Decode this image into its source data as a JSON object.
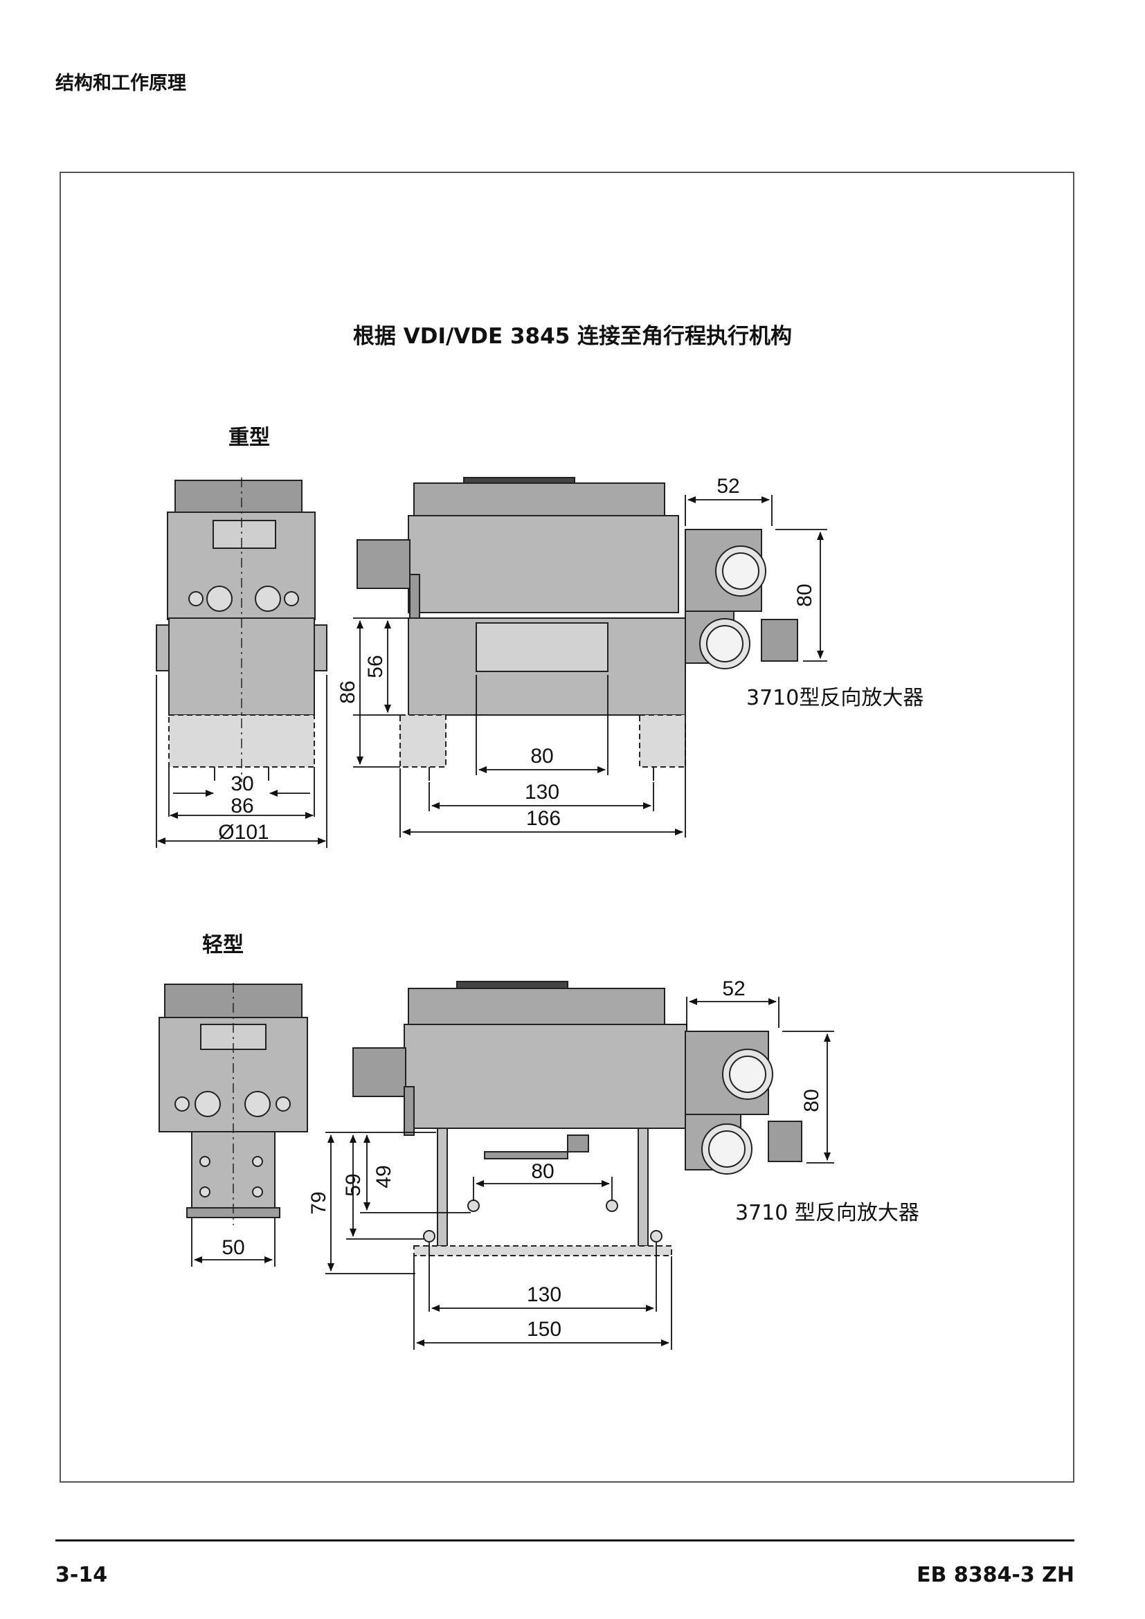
{
  "header": {
    "section_title": "结构和工作原理"
  },
  "figure": {
    "title": "根据 VDI/VDE 3845 连接至角行程执行机构",
    "heavy": {
      "label": "重型",
      "amplifier_label": "3710型反向放大器",
      "dims": {
        "d52": "52",
        "d80v": "80",
        "d56": "56",
        "d86v": "86",
        "d30": "30",
        "d86": "86",
        "d101": "Ø101",
        "d80": "80",
        "d130": "130",
        "d166": "166"
      }
    },
    "light": {
      "label": "轻型",
      "amplifier_label": "3710 型反向放大器",
      "dims": {
        "d52": "52",
        "d80v": "80",
        "d79": "79",
        "d59": "59",
        "d49": "49",
        "d80": "80",
        "d50": "50",
        "d130": "130",
        "d150": "150"
      }
    }
  },
  "footer": {
    "page_number": "3-14",
    "doc_id": "EB 8384-3 ZH"
  }
}
